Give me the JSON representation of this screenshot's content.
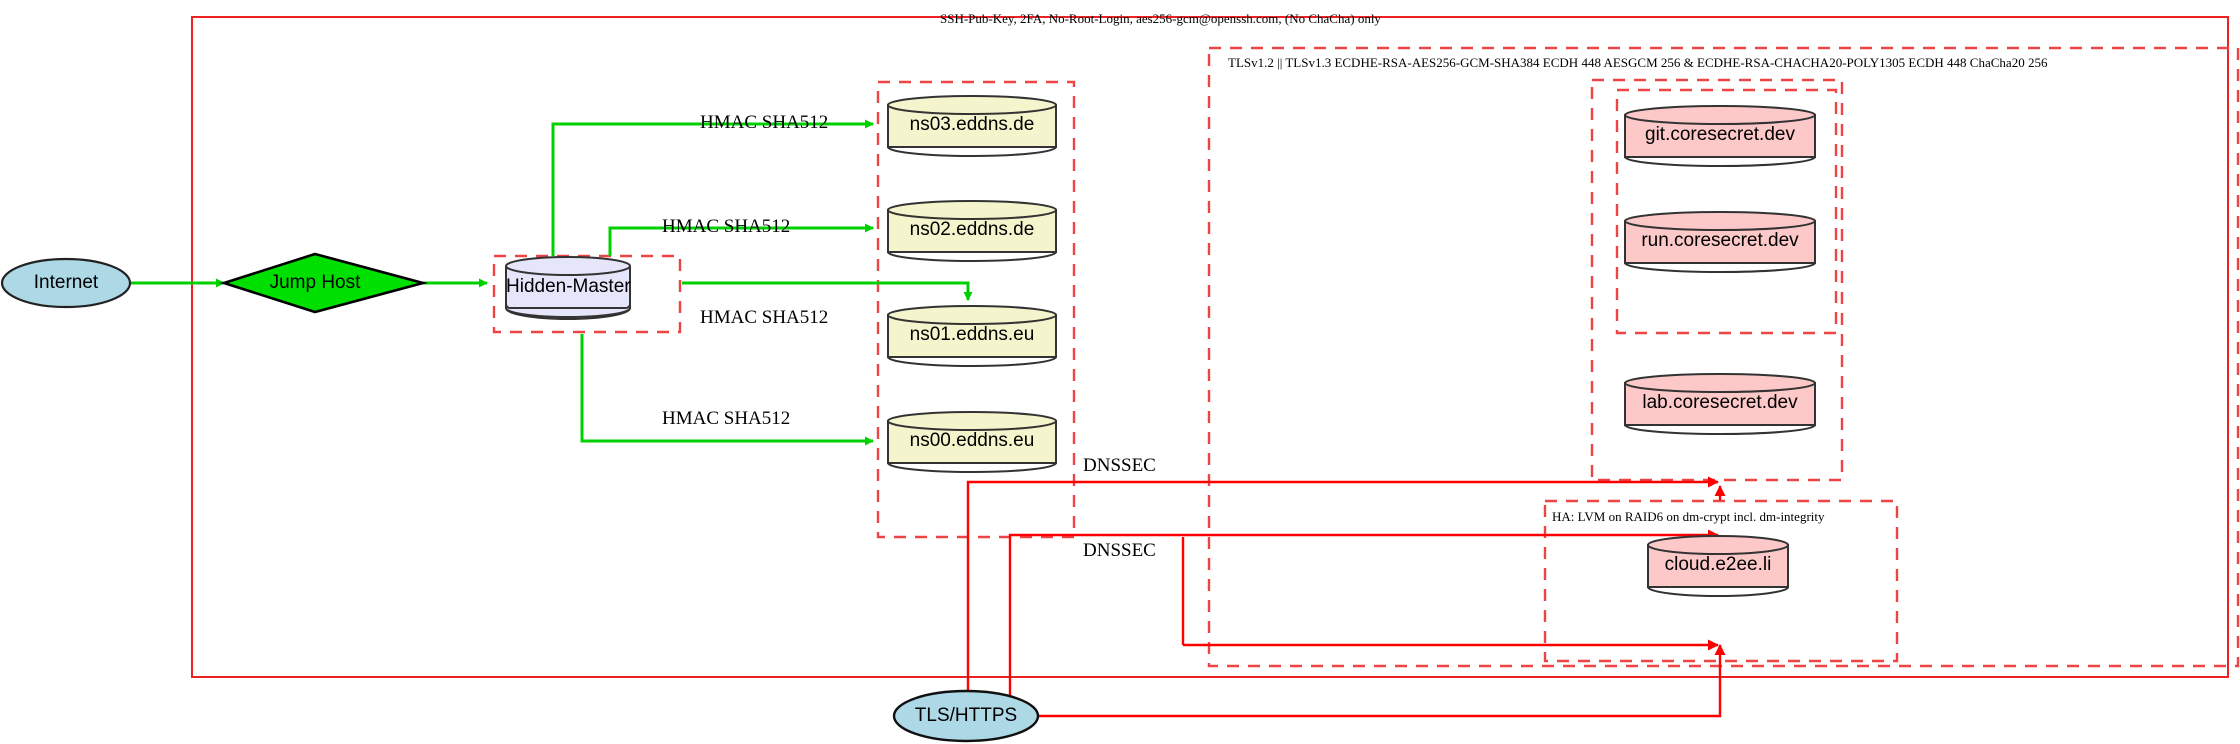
{
  "diagram": {
    "title": "Network / DNS infrastructure security diagram",
    "colors": {
      "boundary_red": "#ee2222",
      "dashed_red": "#ef4444",
      "green_edge": "#00d000",
      "red_edge": "#ff0000",
      "internet_fill": "#add8e6",
      "jumphost_fill": "#00e000",
      "hidden_master_fill": "#e6e6fa",
      "ns_fill": "#f5f5cd",
      "secret_fill": "#fcc8c8",
      "stroke_dark": "#333333"
    },
    "boundaries": [
      {
        "id": "ssh-zone",
        "label": "SSH-Pub-Key, 2FA, No-Root-Login, aes256-gcm@openssh.com, (No ChaCha) only"
      },
      {
        "id": "tls-zone",
        "label": "TLSv1.2 || TLSv1.3 ECDHE-RSA-AES256-GCM-SHA384 ECDH 448 AESGCM 256 & ECDHE-RSA-CHACHA20-POLY1305 ECDH 448 ChaCha20 256"
      },
      {
        "id": "ha-zone",
        "label": "HA: LVM on RAID6 on dm-crypt incl. dm-integrity"
      }
    ],
    "nodes": {
      "internet": {
        "label": "Internet",
        "shape": "ellipse"
      },
      "jump_host": {
        "label": "Jump Host",
        "shape": "diamond"
      },
      "hidden_master": {
        "label": "Hidden-Master",
        "shape": "cylinder"
      },
      "ns03": {
        "label": "ns03.eddns.de",
        "shape": "cylinder"
      },
      "ns02": {
        "label": "ns02.eddns.de",
        "shape": "cylinder"
      },
      "ns01": {
        "label": "ns01.eddns.eu",
        "shape": "cylinder"
      },
      "ns00": {
        "label": "ns00.eddns.eu",
        "shape": "cylinder"
      },
      "git": {
        "label": "git.coresecret.dev",
        "shape": "cylinder"
      },
      "run": {
        "label": "run.coresecret.dev",
        "shape": "cylinder"
      },
      "lab": {
        "label": "lab.coresecret.dev",
        "shape": "cylinder"
      },
      "cloud": {
        "label": "cloud.e2ee.li",
        "shape": "cylinder"
      },
      "tls_https": {
        "label": "TLS/HTTPS",
        "shape": "ellipse"
      }
    },
    "edge_labels": {
      "hmac_ns03": "HMAC SHA512",
      "hmac_ns02": "HMAC SHA512",
      "hmac_ns01": "HMAC SHA512",
      "hmac_ns00": "HMAC SHA512",
      "dnssec_upper": "DNSSEC",
      "dnssec_lower": "DNSSEC"
    }
  }
}
